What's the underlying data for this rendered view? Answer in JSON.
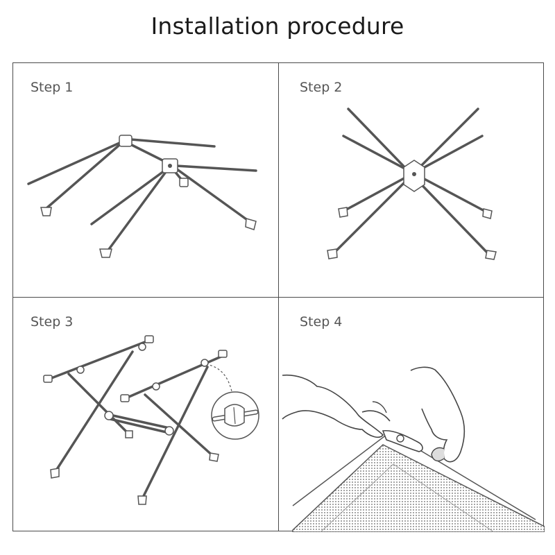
{
  "title": "Installation procedure",
  "steps": [
    {
      "label": "Step 1",
      "illustration": "folded-chair-frame"
    },
    {
      "label": "Step 2",
      "illustration": "unfolded-x-frame"
    },
    {
      "label": "Step 3",
      "illustration": "assembled-frame-with-clip-detail"
    },
    {
      "label": "Step 4",
      "illustration": "hands-attaching-fabric-seat"
    }
  ],
  "colors": {
    "border": "#4a4a4a",
    "stroke": "#555555",
    "text": "#1a1a1a"
  }
}
